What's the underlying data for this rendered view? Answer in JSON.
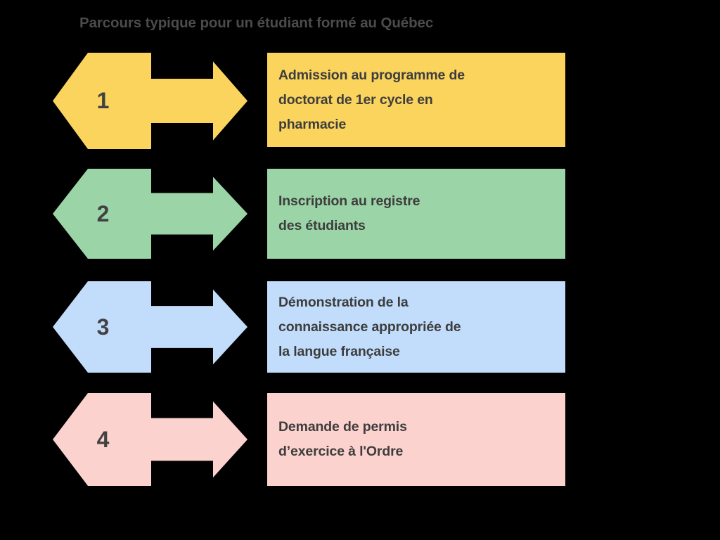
{
  "title": "Parcours typique pour un étudiant formé au Québec",
  "background_color": "#000000",
  "title_color": "#4b4b4b",
  "text_color": "#3d3d3d",
  "steps": [
    {
      "number": "1",
      "label": "Admission au programme de doctorat de 1er cycle en pharmacie",
      "lines": [
        "Admission au programme de",
        "doctorat de 1er cycle en",
        "pharmacie"
      ],
      "color": "#fbd45e"
    },
    {
      "number": "2",
      "label": "Inscription au registre des étudiants",
      "lines": [
        "Inscription au registre",
        "des étudiants"
      ],
      "color": "#9bd4a6"
    },
    {
      "number": "3",
      "label": "Démonstration de la connaissance appropriée de la langue française",
      "lines": [
        "Démonstration de la",
        "connaissance appropriée de",
        "la langue française"
      ],
      "color": "#c2ddfb"
    },
    {
      "number": "4",
      "label": "Demande de permis d’exercice à l'Ordre",
      "lines": [
        "Demande de permis",
        "d’exercice à l'Ordre"
      ],
      "color": "#fcd2ce"
    }
  ]
}
